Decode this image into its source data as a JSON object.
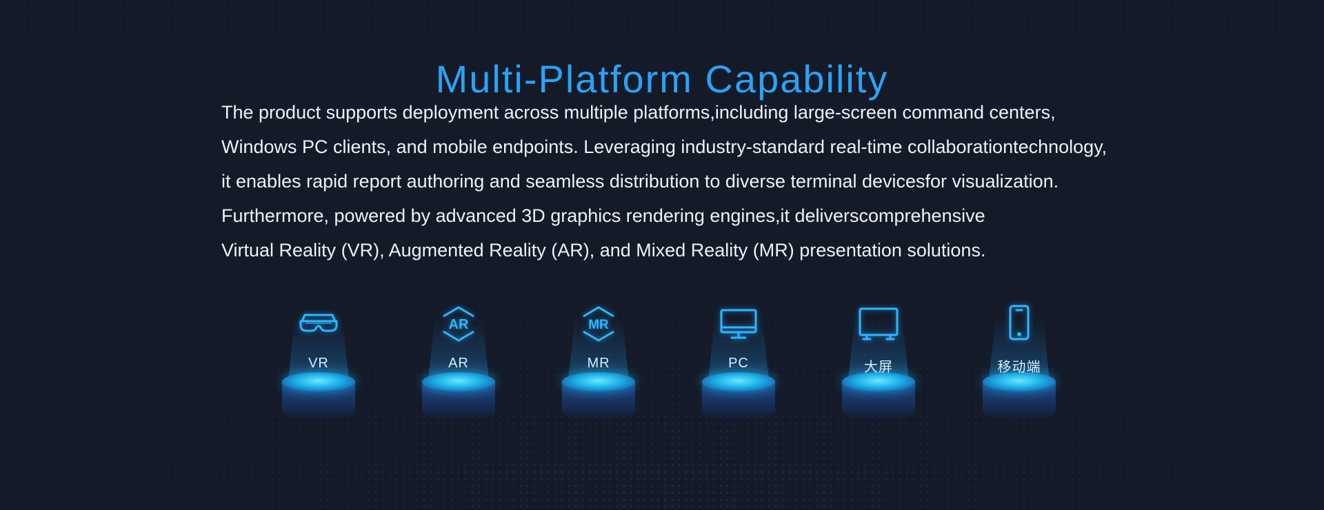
{
  "title": "Multi-Platform Capability",
  "description": [
    "The product supports deployment across multiple platforms,including large-screen command centers,",
    "Windows PC clients, and mobile endpoints. Leveraging industry-standard real-time collaborationtechnology,",
    "it enables rapid report authoring and seamless distribution to diverse terminal devicesfor visualization.",
    "Furthermore, powered by advanced 3D graphics rendering engines,it deliverscomprehensive",
    "Virtual Reality (VR), Augmented Reality (AR), and Mixed Reality (MR) presentation solutions."
  ],
  "platforms": [
    {
      "label": "VR",
      "icon": "vr-goggles-icon"
    },
    {
      "label": "AR",
      "icon": "ar-hexagon-icon",
      "badge": "AR"
    },
    {
      "label": "MR",
      "icon": "mr-hexagon-icon",
      "badge": "MR"
    },
    {
      "label": "PC",
      "icon": "pc-monitor-icon"
    },
    {
      "label": "大屏",
      "icon": "large-screen-icon"
    },
    {
      "label": "移动端",
      "icon": "mobile-phone-icon"
    }
  ],
  "colors": {
    "background": "#141a28",
    "title": "#2aa3f5",
    "text": "#eef2f8",
    "accent": "#2ab8ff"
  }
}
